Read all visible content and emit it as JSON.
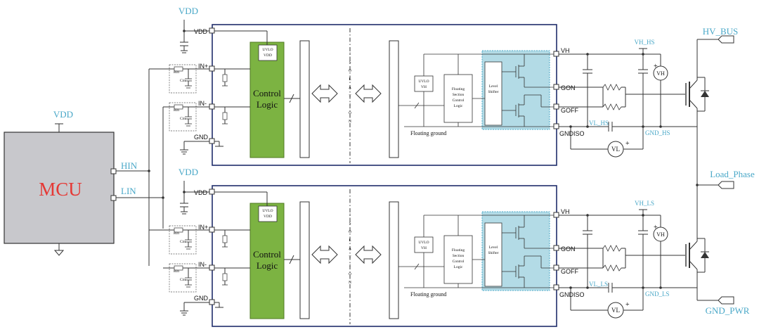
{
  "mcu": {
    "label": "MCU",
    "hin": "HIN",
    "lin": "LIN",
    "vdd": "VDD"
  },
  "colors": {
    "cyan": "#4aa8c8",
    "green": "#7cb342",
    "mcu_fill": "#c8c8cc",
    "mcu_text": "#e53935",
    "block_border": "#1f2d6b",
    "shifter": "#b3dbe6"
  },
  "rail": {
    "hv_bus": "HV_BUS",
    "load_phase": "Load_Phase",
    "gnd_pwr": "GND_PWR"
  },
  "channels": [
    {
      "vdd_top": "VDD",
      "pin_vdd": "VDD",
      "pin_inp": "IN+",
      "pin_inn": "IN-",
      "pin_gnd": "GND",
      "rin": "Rin",
      "cin": "Cin",
      "uvlo_vdd": [
        "UVLO",
        "VDD"
      ],
      "control_logic": [
        "Control",
        "Logic"
      ],
      "isolation": "ISOLATION",
      "uvlo_vh": [
        "UVLO",
        "VH"
      ],
      "fscl": [
        "Floating",
        "Section",
        "Control",
        "Logic"
      ],
      "level_shifter": [
        "Level",
        "Shifter"
      ],
      "floating_ground": "Floating ground",
      "pin_vh": "VH",
      "pin_gon": "GON",
      "pin_goff": "GOFF",
      "pin_gndiso": "GNDISO",
      "vh_supply": "VH_HS",
      "vh_meter": "VH",
      "vl_supply": "VL_HS",
      "vl_meter": "VL",
      "gnd_label": "GND_HS"
    },
    {
      "vdd_top": "VDD",
      "pin_vdd": "VDD",
      "pin_inp": "IN+",
      "pin_inn": "IN-",
      "pin_gnd": "GND",
      "rin": "Rin",
      "cin": "Cin",
      "uvlo_vdd": [
        "UVLO",
        "VDD"
      ],
      "control_logic": [
        "Control",
        "Logic"
      ],
      "isolation": "ISOLATION",
      "uvlo_vh": [
        "UVLO",
        "VH"
      ],
      "fscl": [
        "Floating",
        "Section",
        "Control",
        "Logic"
      ],
      "level_shifter": [
        "Level",
        "Shifter"
      ],
      "floating_ground": "Floating ground",
      "pin_vh": "VH",
      "pin_gon": "GON",
      "pin_goff": "GOFF",
      "pin_gndiso": "GNDISO",
      "vh_supply": "VH_LS",
      "vh_meter": "VH",
      "vl_supply": "VL_LS",
      "vl_meter": "VL",
      "gnd_label": "GND_LS"
    }
  ]
}
